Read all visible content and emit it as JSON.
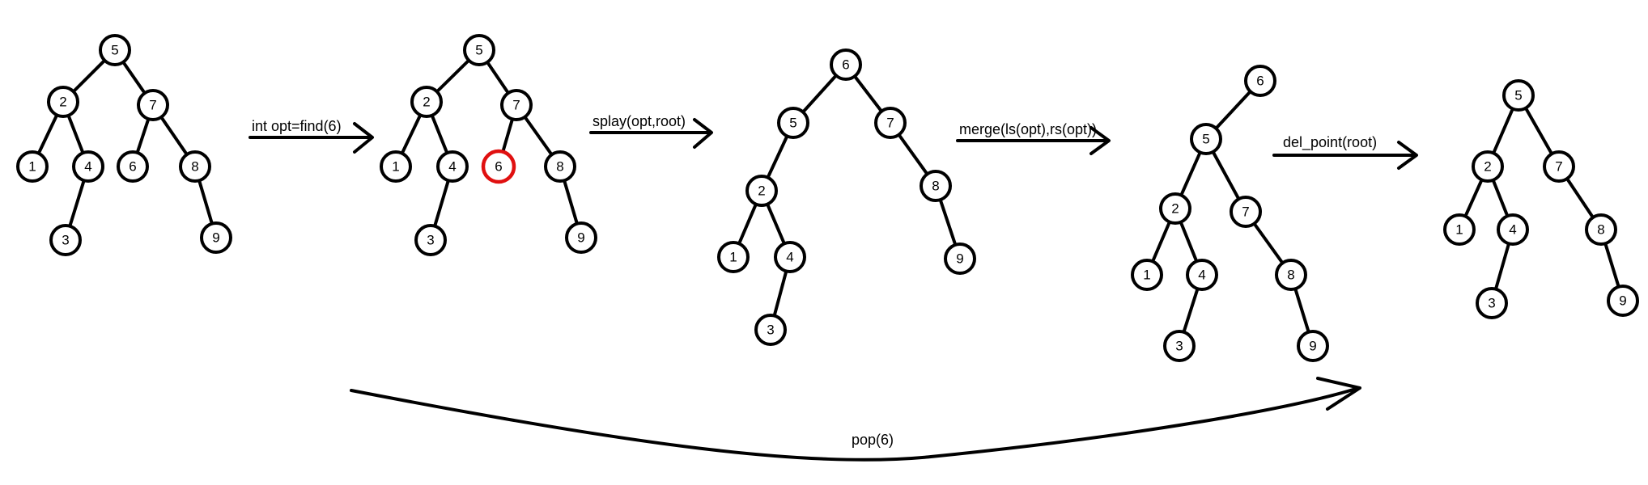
{
  "diagram": {
    "steps": [
      {
        "nodes": {
          "n5": "5",
          "n2": "2",
          "n7": "7",
          "n1": "1",
          "n4": "4",
          "n6": "6",
          "n8": "8",
          "n3": "3",
          "n9": "9"
        }
      },
      {
        "nodes": {
          "n5": "5",
          "n2": "2",
          "n7": "7",
          "n1": "1",
          "n4": "4",
          "n6": "6",
          "n8": "8",
          "n3": "3",
          "n9": "9"
        },
        "highlighted": "6"
      },
      {
        "nodes": {
          "n6": "6",
          "n5": "5",
          "n7": "7",
          "n2": "2",
          "n8": "8",
          "n1": "1",
          "n4": "4",
          "n9": "9",
          "n3": "3"
        }
      },
      {
        "nodes": {
          "n6": "6",
          "n5": "5",
          "n2": "2",
          "n7": "7",
          "n1": "1",
          "n4": "4",
          "n8": "8",
          "n3": "3",
          "n9": "9"
        }
      },
      {
        "nodes": {
          "n5": "5",
          "n2": "2",
          "n7": "7",
          "n1": "1",
          "n4": "4",
          "n8": "8",
          "n3": "3",
          "n9": "9"
        }
      }
    ],
    "arrows": {
      "a1": "int opt=find(6)",
      "a2": "splay(opt,root)",
      "a3": "merge(ls(opt),rs(opt))",
      "a4": "del_point(root)",
      "a5": "pop(6)"
    },
    "colors": {
      "highlight": "#e01010",
      "stroke": "#000000",
      "background": "#ffffff"
    }
  }
}
